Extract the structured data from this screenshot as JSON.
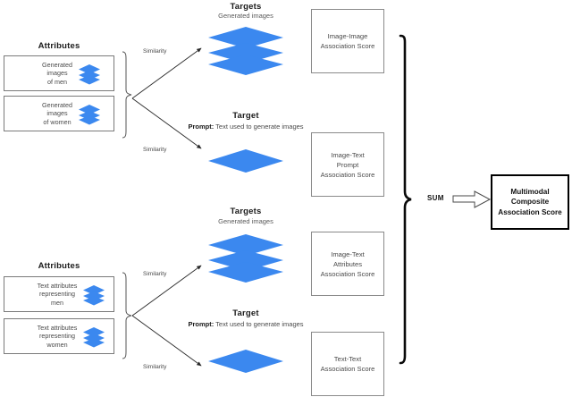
{
  "accent_blue": "#3b88ef",
  "diagram": {
    "top_group": {
      "attributes_heading": "Attributes",
      "attribute_items": [
        {
          "label": "Generated\nimages\nof men",
          "icon": "stack-icon"
        },
        {
          "label": "Generated\nimages\nof women",
          "icon": "stack-icon"
        }
      ],
      "edge_labels": [
        "Similarity",
        "Similarity"
      ],
      "targets_upper": {
        "heading": "Targets",
        "subheading": "Generated images",
        "icon": "stack-icon"
      },
      "targets_lower": {
        "heading": "Target",
        "prompt_label": "Prompt:",
        "prompt_value": " Text used to generate images",
        "icon": "diamond-icon"
      }
    },
    "bottom_group": {
      "attributes_heading": "Attributes",
      "attribute_items": [
        {
          "label": "Text attributes\nrepresenting\nmen",
          "icon": "stack-icon"
        },
        {
          "label": "Text attributes\nrepresenting\nwomen",
          "icon": "stack-icon"
        }
      ],
      "edge_labels": [
        "Similarity",
        "Similarity"
      ],
      "targets_upper": {
        "heading": "Targets",
        "subheading": "Generated images",
        "icon": "stack-icon"
      },
      "targets_lower": {
        "heading": "Target",
        "prompt_label": "Prompt:",
        "prompt_value": " Text used to generate images",
        "icon": "diamond-icon"
      }
    },
    "score_boxes": [
      {
        "label": "Image-Image\nAssociation Score"
      },
      {
        "label": "Image-Text\nPrompt\nAssociation Score"
      },
      {
        "label": "Image-Text\nAttributes\nAssociation Score"
      },
      {
        "label": "Text-Text\nAssociation Score"
      }
    ],
    "aggregation": {
      "operator_label": "SUM",
      "result_label": "Multimodal\nComposite\nAssociation Score"
    }
  }
}
